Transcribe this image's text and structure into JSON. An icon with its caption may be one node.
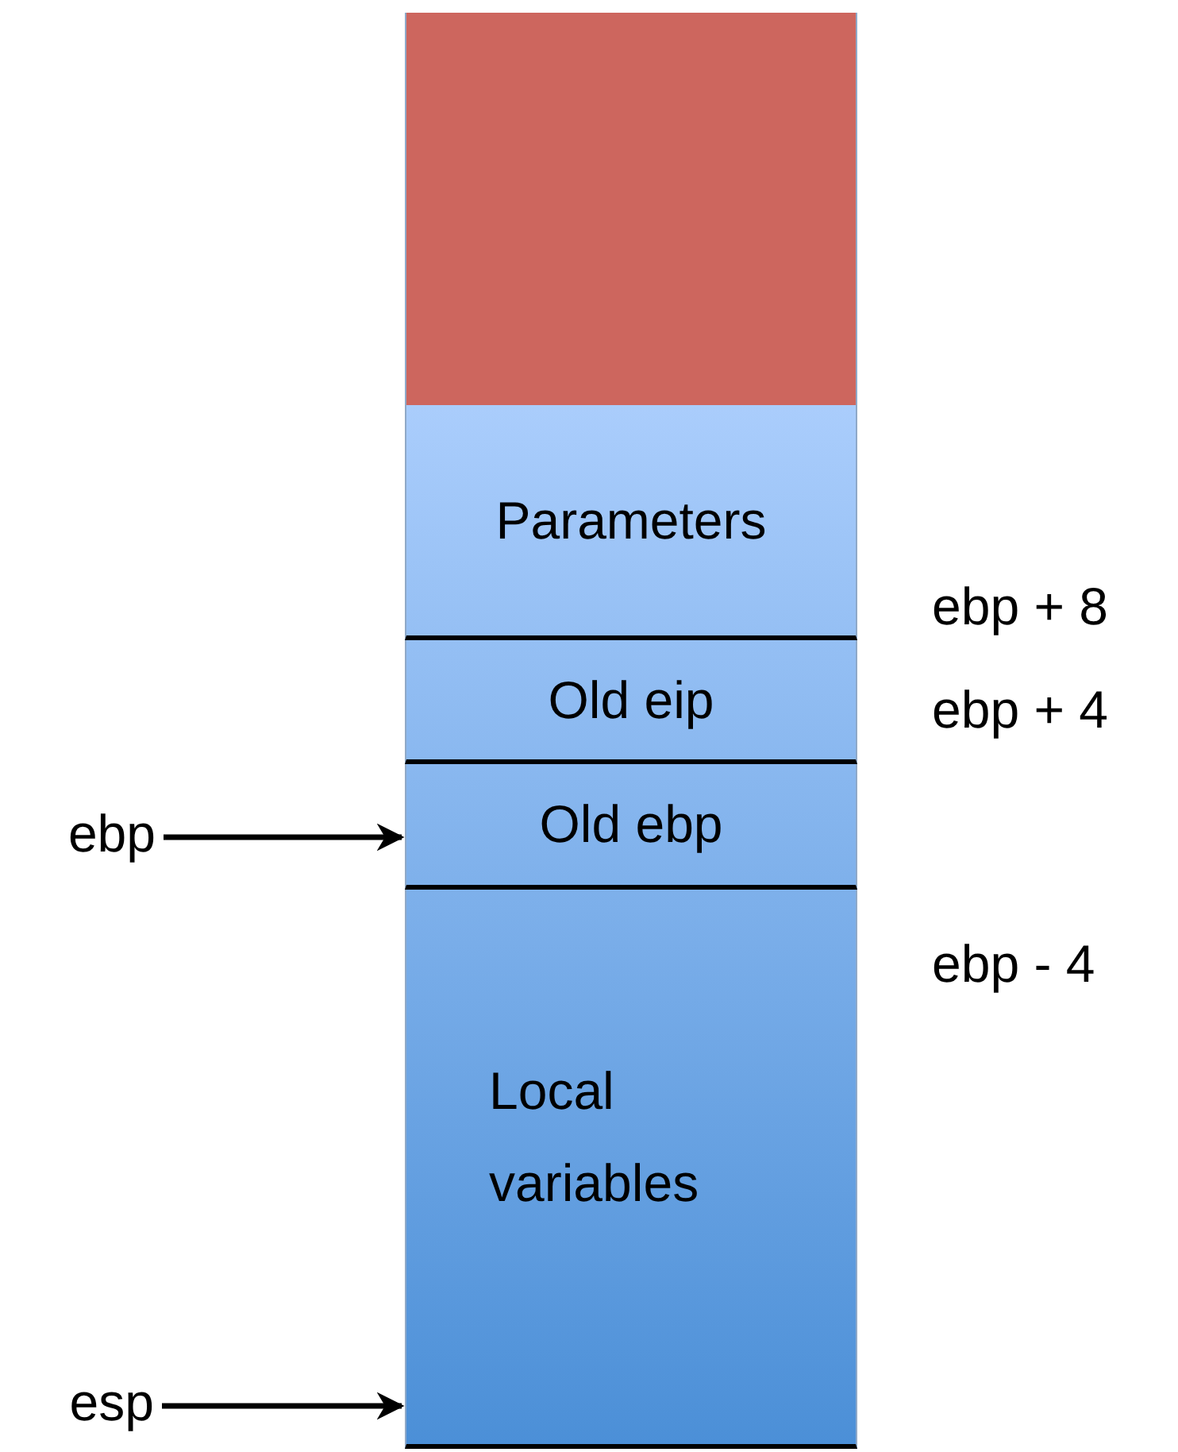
{
  "diagram": {
    "nodes": [
      {
        "text": [],
        "shape": "box"
      },
      {
        "text": [
          "Parameters"
        ]
      },
      {
        "text": [
          "Old eip"
        ]
      },
      {
        "text": [
          "Old ebp"
        ]
      },
      {
        "text": [
          "Local variables"
        ]
      },
      {
        "text": [
          "ebp"
        ]
      },
      {
        "text": [
          "esp"
        ]
      }
    ],
    "edges": [
      {
        "from": 5,
        "to": 3,
        "arrow": "to"
      },
      {
        "from": 6,
        "to": 4,
        "arrow": "to"
      }
    ],
    "labels": [
      "ebp + 8",
      "ebp + 4",
      "ebp - 4"
    ]
  }
}
